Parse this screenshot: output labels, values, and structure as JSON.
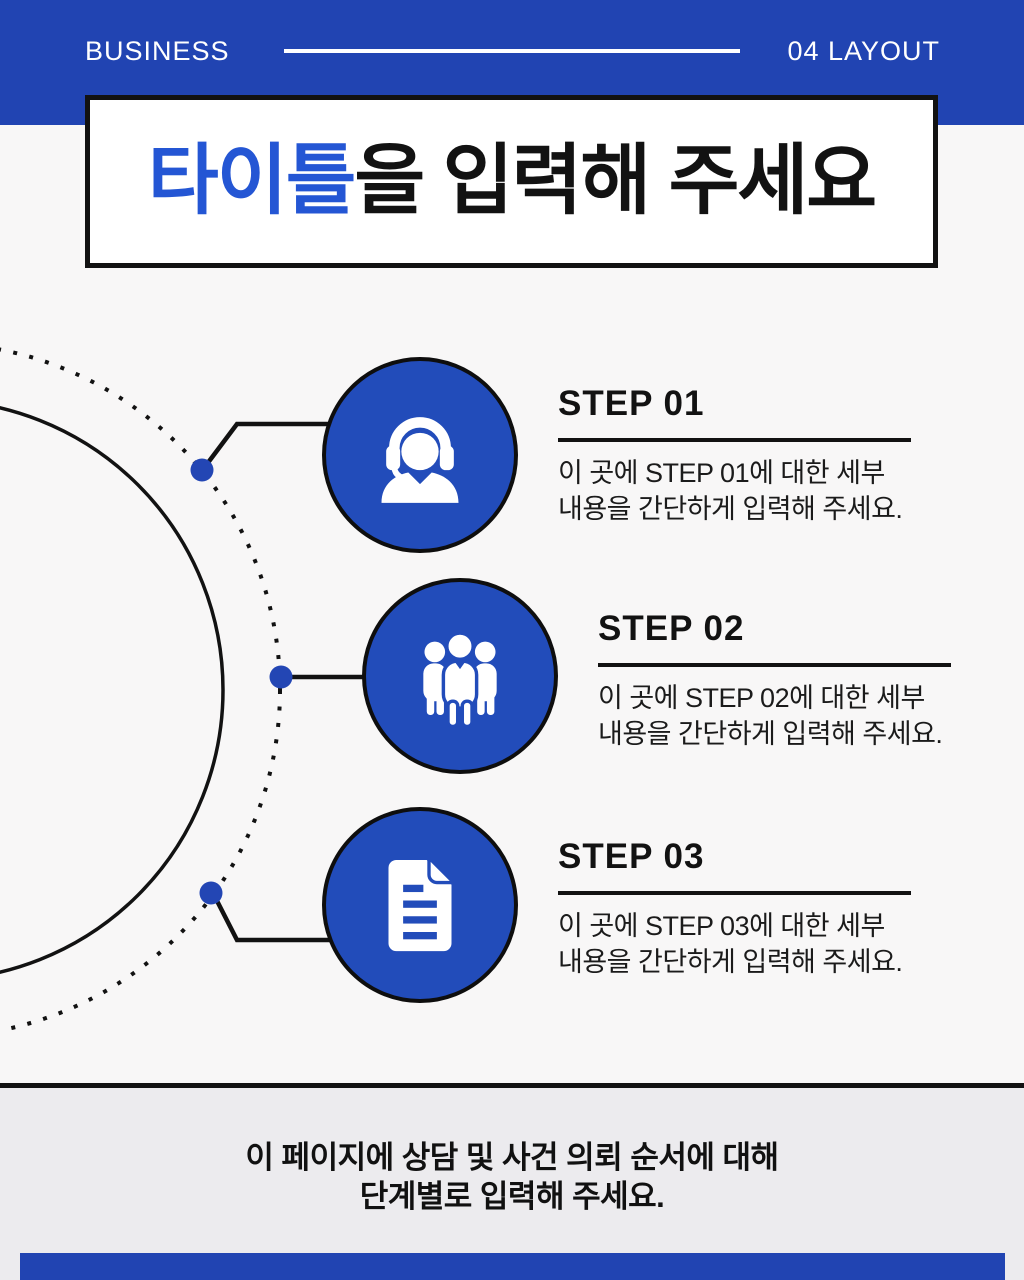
{
  "colors": {
    "accent_blue": "#2144b2",
    "circle_blue": "#224cba",
    "title_blue": "#2456d4",
    "dot_blue": "#2346b4",
    "ink_black": "#121212",
    "footer_gray": "#ecebee",
    "page_bg": "#f8f7f7"
  },
  "header": {
    "left": "BUSINESS",
    "right": "04 LAYOUT"
  },
  "title": {
    "highlight": "타이틀",
    "rest": "을 입력해 주세요"
  },
  "steps": [
    {
      "label": "STEP 01",
      "desc_line1": "이 곳에 STEP 01에 대한 세부",
      "desc_line2": "내용을 간단하게 입력해 주세요.",
      "icon": "headset-agent-icon"
    },
    {
      "label": "STEP 02",
      "desc_line1": "이 곳에 STEP 02에 대한 세부",
      "desc_line2": "내용을 간단하게 입력해 주세요.",
      "icon": "people-group-icon"
    },
    {
      "label": "STEP 03",
      "desc_line1": "이 곳에 STEP 03에 대한 세부",
      "desc_line2": "내용을 간단하게 입력해 주세요.",
      "icon": "document-icon"
    }
  ],
  "footer": {
    "line1": "이 페이지에 상담 및 사건 의뢰 순서에 대해",
    "line2": "단계별로 입력해 주세요."
  }
}
